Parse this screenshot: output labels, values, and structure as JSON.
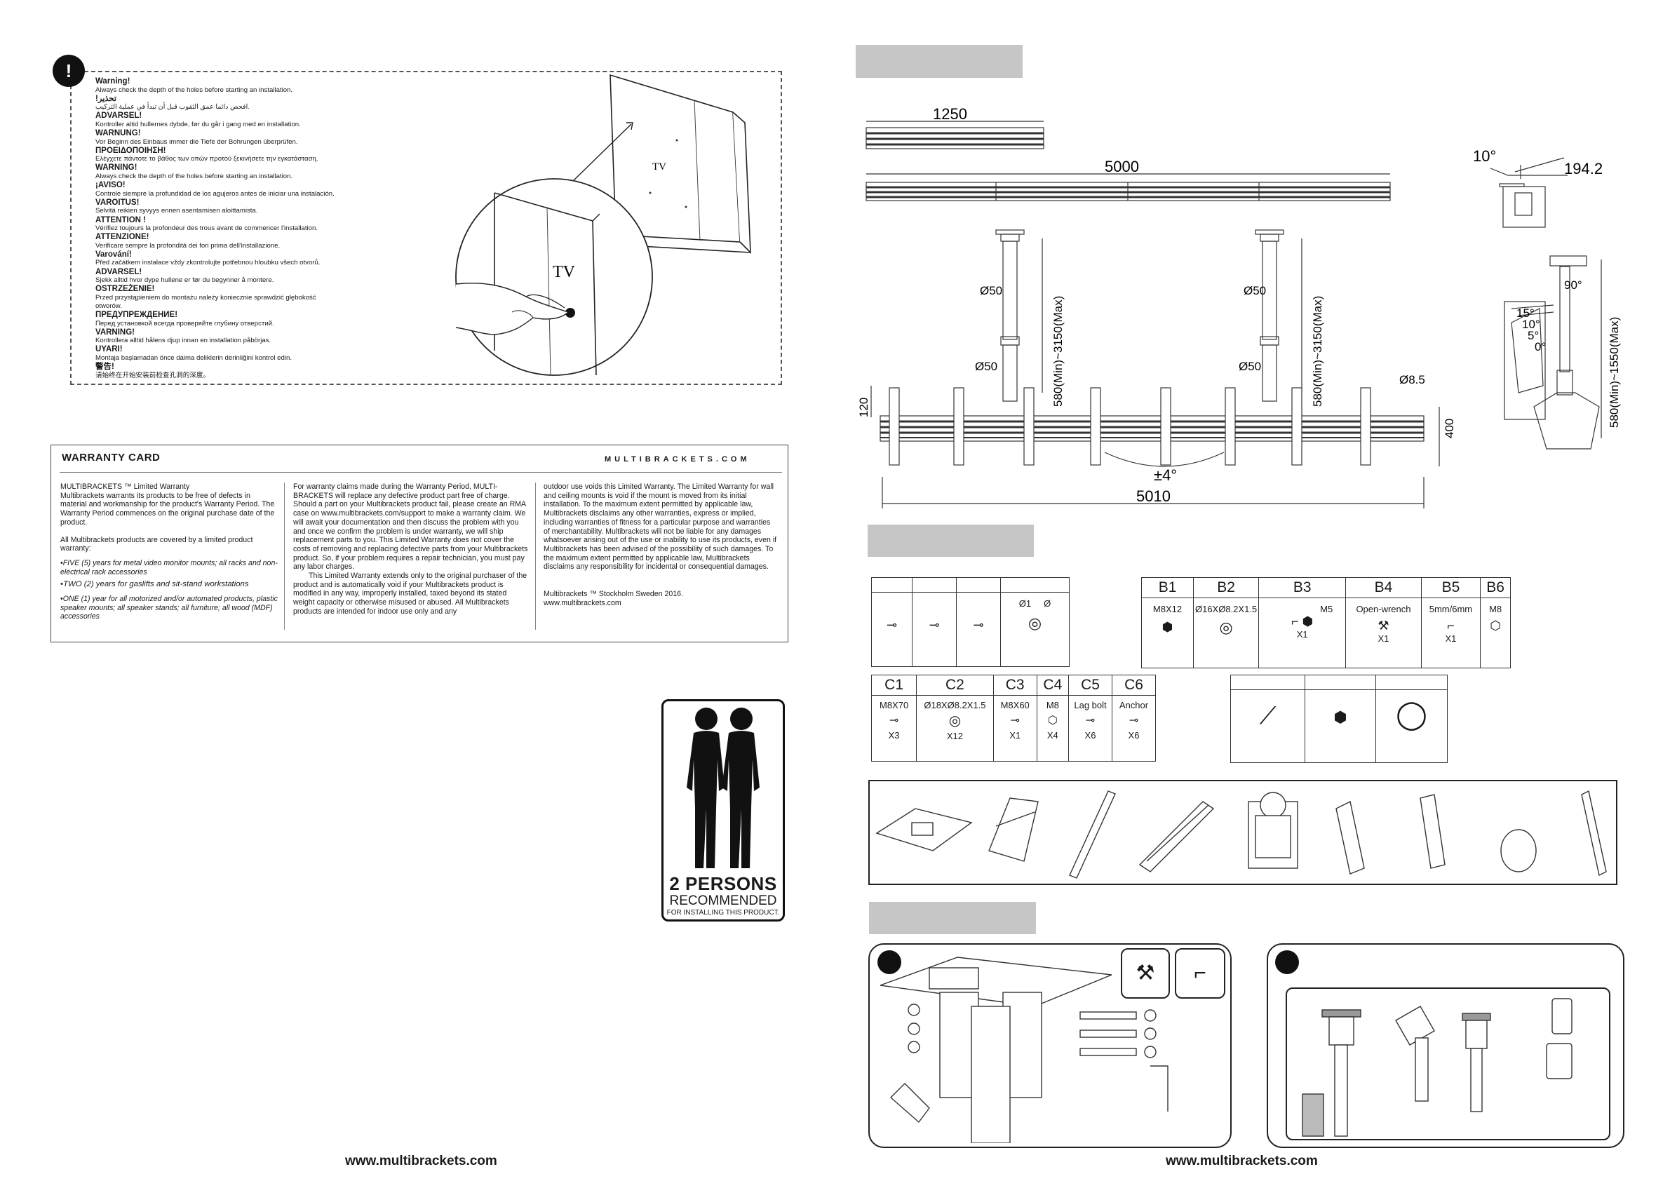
{
  "warning": {
    "icon": "!",
    "lines": [
      {
        "h": "Warning!",
        "t": "Always check the depth of the holes before starting an installation."
      },
      {
        "h": "!تحذير",
        "t": "افحص دائما عمق الثقوب قبل أن تبدأ في عملية التركيب."
      },
      {
        "h": "ADVARSEL!",
        "t": "Kontroller altid hullernes dybde, før du går i gang med en installation."
      },
      {
        "h": "WARNUNG!",
        "t": "Vor Beginn des Einbaus immer die Tiefe der Bohrungen überprüfen."
      },
      {
        "h": "ΠΡΟΕΙΔΟΠΟΙΗΣΗ!",
        "t": "Ελέγχετε πάντοτε το βάθος των οπών προτού ξεκινήσετε την εγκατάσταση."
      },
      {
        "h": "WARNING!",
        "t": "Always check the depth of the holes before starting an installation."
      },
      {
        "h": "¡AVISO!",
        "t": "Controle siempre la profundidad de los agujeros antes de iniciar una instalación."
      },
      {
        "h": "VAROITUS!",
        "t": "Selvitä reikien syvyys ennen asentamisen aloittamista."
      },
      {
        "h": "ATTENTION !",
        "t": "Vérifiez toujours la profondeur des trous avant de commencer l'installation."
      },
      {
        "h": "ATTENZIONE!",
        "t": "Verificare sempre la profondità dei fori prima dell'installazione."
      },
      {
        "h": "Varování!",
        "t": "Před začátkem instalace vždy zkontrolujte potřebnou hloubku všech otvorů."
      },
      {
        "h": "ADVARSEL!",
        "t": "Sjekk alltid hvor dype hullene er før du begynner å montere."
      },
      {
        "h": "OSTRZEŻENIE!",
        "t": "Przed przystąpieniem do montażu należy koniecznie sprawdzić głębokość otworów."
      },
      {
        "h": "ПРЕДУПРЕЖДЕНИЕ!",
        "t": "Перед установкой всегда проверяйте глубину отверстий."
      },
      {
        "h": "VARNING!",
        "t": "Kontrollera alltid hålens djup innan en installation påbörjas."
      },
      {
        "h": "UYARI!",
        "t": "Montaja başlamadan önce daima deliklerin derinliğini kontrol edin."
      },
      {
        "h": "警告!",
        "t": "请始终在开始安装前检查孔洞的深度。"
      }
    ],
    "tv_label_small": "TV",
    "tv_label_large": "TV"
  },
  "warranty": {
    "title": "WARRANTY CARD",
    "brand": "MULTIBRACKETS.COM",
    "col1": {
      "heading": "MULTIBRACKETS ™ Limited Warranty",
      "body": "Multibrackets warrants its products to be free of defects in material and workmanship for the product's Warranty Period. The Warranty Period commences on the original purchase date of the product.",
      "covered": "All Multibrackets products are covered by a limited product warranty:",
      "b1": "•FIVE (5) years for metal video monitor mounts; all racks and non-electrical rack accessories",
      "b2": "•TWO (2) years for gaslifts and sit-stand workstations",
      "b3": "•ONE (1) year for all motorized and/or automated products, plastic speaker mounts; all speaker stands; all furniture; all wood (MDF) accessories"
    },
    "col2": {
      "p1": "For warranty claims made during the Warranty Period, MULTI-BRACKETS will replace any defective product part free of charge. Should a part on your Multibrackets product fail, please create an RMA case on www.multibrackets.com/support to make a warranty claim. We will await your documentation and then discuss the problem with you and once we confirm the problem is under warranty, we will ship replacement parts to you. This Limited Warranty does not cover the costs of removing and replacing defective parts from your Multibrackets product. So, if your problem requires a repair technician, you must pay any labor charges.",
      "p2": "This Limited Warranty extends only to the original purchaser of the product and is automatically void if your Multibrackets product is modified in any way, improperly installed, taxed beyond its stated weight capacity or otherwise misused or abused. All Multibrackets products are intended for indoor use only and any"
    },
    "col3": {
      "p1": "outdoor use voids this Limited Warranty. The Limited Warranty for wall and ceiling mounts is void if the mount is moved from its initial installation. To the maximum extent permitted by applicable law, Multibrackets disclaims any other warranties, express or implied, including warranties of fitness for a particular purpose and warranties of merchantability. Multibrackets will not be liable for any damages whatsoever arising out of the use or inability to use its products, even if Multibrackets has been advised of the possibility of such damages. To the maximum extent permitted by applicable law, Multibrackets disclaims any responsibility for incidental or consequential damages.",
      "sig1": "Multibrackets ™ Stockholm Sweden 2016.",
      "sig2": "www.multibrackets.com"
    }
  },
  "persons": {
    "line1": "2 PERSONS",
    "line2": "RECOMMENDED",
    "line3": "FOR INSTALLING THIS PRODUCT."
  },
  "dimensions": {
    "rail_short": "1250",
    "rail_long": "5000",
    "tilt_top": "10°",
    "depth": "194.2",
    "pole_dia_1": "Ø50",
    "pole_dia_2": "Ø50",
    "pole_dia_3": "Ø50",
    "pole_dia_4": "Ø50",
    "pole_len_1": "580(Min)~3150(Max)",
    "pole_len_2": "580(Min)~3150(Max)",
    "height_120": "120",
    "height_400": "400",
    "hole_dia": "Ø8.5",
    "swivel": "±4°",
    "total_width": "5010",
    "rot_90": "90°",
    "side_len": "580(Min)~1550(Max)",
    "tilt_15": "15°",
    "tilt_10": "10°",
    "tilt_5": "5°",
    "tilt_0": "0°"
  },
  "parts_a": {
    "headers": [
      "",
      "",
      "",
      ""
    ],
    "cell4_labels": [
      "Ø1",
      "Ø"
    ]
  },
  "parts_b": {
    "headers": [
      "B1",
      "B2",
      "B3",
      "B4",
      "B5",
      "B6"
    ],
    "specs": [
      "M8X12",
      "Ø16XØ8.2X1.5",
      "M5",
      "Open-wrench",
      "5mm/6mm",
      "M8"
    ],
    "qty": [
      "",
      "",
      "X1",
      "X1",
      "X1",
      ""
    ]
  },
  "parts_c": {
    "headers": [
      "C1",
      "C2",
      "C3",
      "C4",
      "C5",
      "C6"
    ],
    "specs": [
      "M8X70",
      "Ø18XØ8.2X1.5",
      "M8X60",
      "M8",
      "Lag bolt",
      "Anchor"
    ],
    "qty": [
      "X3",
      "X12",
      "X1",
      "X4",
      "X6",
      "X6"
    ]
  },
  "parts_d": {
    "headers": [
      "",
      "",
      ""
    ]
  },
  "steps": {
    "step1": "",
    "step2": ""
  },
  "footer": {
    "left": "www.multibrackets.com",
    "right": "www.multibrackets.com"
  },
  "colors": {
    "gray_bar": "#c6c6c6",
    "ink": "#1a1a1a"
  }
}
